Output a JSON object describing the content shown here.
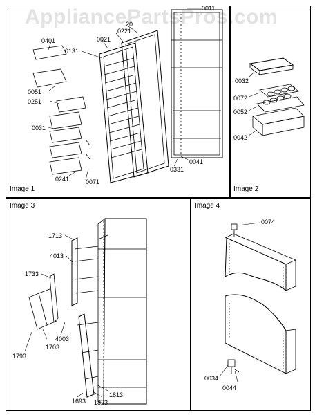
{
  "watermark": "AppliancePartsPros.com",
  "panels": [
    {
      "title": "Image 1"
    },
    {
      "title": "Image 2"
    },
    {
      "title": "Image 3"
    },
    {
      "title": "Image 4"
    }
  ],
  "callouts": {
    "p1": [
      "0011",
      "20",
      "0221",
      "0021",
      "0131",
      "0401",
      "0051",
      "0251",
      "0031",
      "0241",
      "0071",
      "0331",
      "0041"
    ],
    "p2": [
      "0032",
      "0072",
      "0052",
      "0042"
    ],
    "p3": [
      "1713",
      "4013",
      "1733",
      "4003",
      "1703",
      "1793",
      "1813",
      "1823",
      "1693"
    ],
    "p4": [
      "0074",
      "0034",
      "0044"
    ]
  }
}
